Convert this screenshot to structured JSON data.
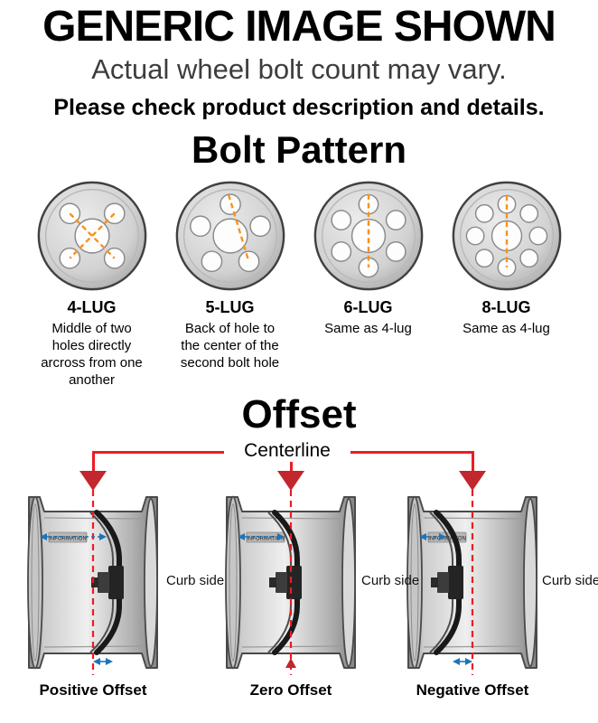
{
  "header": {
    "title": "GENERIC IMAGE SHOWN",
    "subtitle": "Actual wheel bolt count may vary.",
    "note": "Please check product description and details."
  },
  "bolt_pattern": {
    "title": "Bolt Pattern",
    "items": [
      {
        "label": "4-LUG",
        "description": "Middle of two holes directly arcross from one another"
      },
      {
        "label": "5-LUG",
        "description": "Back of hole to the center of the second bolt hole"
      },
      {
        "label": "6-LUG",
        "description": "Same as 4-lug"
      },
      {
        "label": "8-LUG",
        "description": "Same as 4-lug"
      }
    ]
  },
  "offset": {
    "title": "Offset",
    "centerline_label": "Centerline",
    "curb_side_label": "Curb side",
    "barrel_stamp": "INFORMATION",
    "items": [
      {
        "label": "Positive Offset"
      },
      {
        "label": "Zero Offset"
      },
      {
        "label": "Negative Offset"
      }
    ]
  },
  "colors": {
    "centerline_red": "#ed1c24",
    "marker_red": "#c1272d",
    "measure_orange": "#f7941d",
    "arrow_blue": "#1b75bb"
  }
}
